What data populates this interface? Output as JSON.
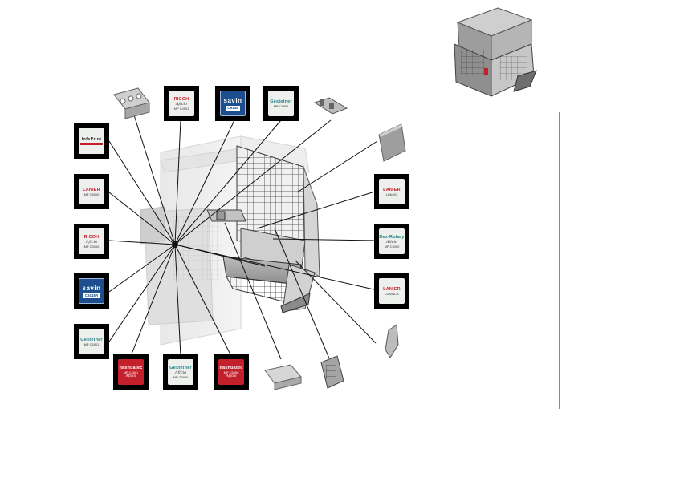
{
  "badges": [
    {
      "id": "left-1",
      "style": "white",
      "brand": "InfoPrint",
      "sub": "",
      "script": ""
    },
    {
      "id": "left-2",
      "style": "white",
      "brand": "LANIER",
      "sub": "MP C5000",
      "script": ""
    },
    {
      "id": "left-3",
      "style": "white",
      "brand": "RICOH",
      "sub": "MP C5000",
      "script": "Aficio"
    },
    {
      "id": "left-4",
      "style": "blue",
      "brand": "savin",
      "sub": "C9145R",
      "script": ""
    },
    {
      "id": "left-5",
      "style": "white",
      "brand": "Gestetner",
      "sub": "MP C4501",
      "script": ""
    },
    {
      "id": "top-1",
      "style": "white",
      "brand": "RICOH",
      "sub": "MP C4501",
      "script": "Aficio"
    },
    {
      "id": "top-2",
      "style": "blue",
      "brand": "savin",
      "sub": "C9145",
      "script": ""
    },
    {
      "id": "top-3",
      "style": "white",
      "brand": "Gestetner",
      "sub": "MP C4501",
      "script": ""
    },
    {
      "id": "bottom-1",
      "style": "red",
      "brand": "nashuatec",
      "sub": "MP C4501",
      "script": "Aficio"
    },
    {
      "id": "bottom-2",
      "style": "white",
      "brand": "Gestetner",
      "sub": "MP C5000",
      "script": "Aficio"
    },
    {
      "id": "bottom-3",
      "style": "red",
      "brand": "nashuatec",
      "sub": "MP C5000",
      "script": "Aficio"
    },
    {
      "id": "right-1",
      "style": "white",
      "brand": "LANIER",
      "sub": "LD645C",
      "script": ""
    },
    {
      "id": "right-2",
      "style": "white",
      "brand": "Rex-Rotary",
      "sub": "MP C5000",
      "script": "Aficio"
    },
    {
      "id": "right-3",
      "style": "white",
      "brand": "LANIER",
      "sub": "LD645CA",
      "script": ""
    }
  ]
}
